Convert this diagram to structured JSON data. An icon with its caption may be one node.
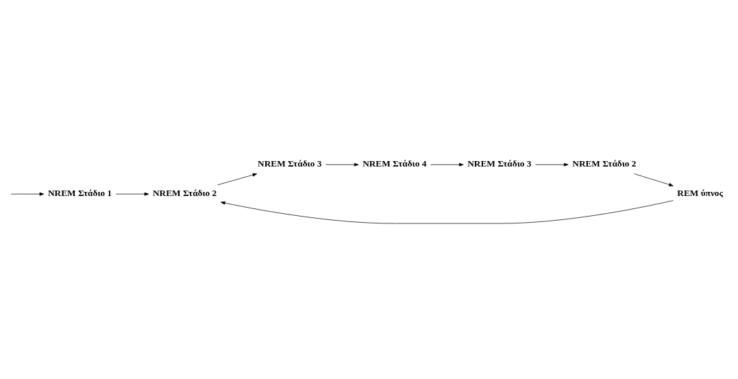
{
  "diagram": {
    "nodes": [
      {
        "text": [
          "NREM Στάδιο 1"
        ]
      },
      {
        "text": [
          "NREM Στάδιο 2"
        ]
      },
      {
        "text": [
          "NREM Στάδιο 3"
        ]
      },
      {
        "text": [
          "NREM Στάδιο 4"
        ]
      },
      {
        "text": [
          "REM ύπνος"
        ]
      },
      {
        "text": [
          "NREM Στάδιο 2"
        ]
      },
      {
        "text": [
          "NREM Στάδιο 3"
        ]
      }
    ],
    "edges": [
      {
        "from": null,
        "to": 0,
        "arrow": "to"
      },
      {
        "from": 0,
        "to": 1,
        "arrow": "to"
      },
      {
        "from": 1,
        "to": 2,
        "arrow": "to"
      },
      {
        "from": 2,
        "to": 3,
        "arrow": "to"
      },
      {
        "from": 3,
        "to": 6,
        "arrow": "to"
      },
      {
        "from": 6,
        "to": 5,
        "arrow": "to"
      },
      {
        "from": 5,
        "to": 4,
        "arrow": "to"
      },
      {
        "from": 4,
        "to": 1,
        "arrow": "to"
      }
    ]
  }
}
